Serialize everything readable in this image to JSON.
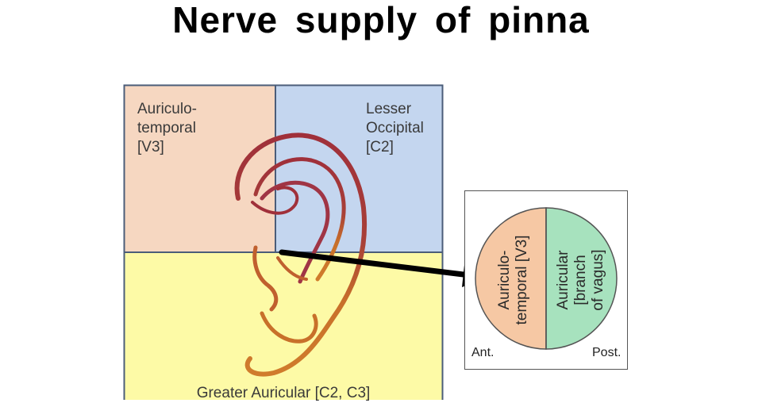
{
  "title": "Nerve  supply  of  pinna",
  "regions": {
    "auriculotemporal": "Auriculo-\ntemporal\n[V3]",
    "lesser_occipital": "Lesser\nOccipital\n[C2]",
    "greater_auricular": "Greater Auricular [C2, C3]"
  },
  "inset": {
    "left_segment": "Auriculo-\ntemporal [V3]",
    "right_segment": "Auricular\n[branch\nof vagus]",
    "ant_label": "Ant.",
    "post_label": "Post."
  },
  "colors": {
    "auriculotemporal_bg": "#f6d7c1",
    "lesser_occipital_bg": "#c4d6ef",
    "greater_auricular_bg": "#fdfaa6",
    "circle_left": "#f6c8a4",
    "circle_right": "#a7e2be",
    "ear_outline": "#a0303a",
    "ear_lower": "#c8702a"
  }
}
